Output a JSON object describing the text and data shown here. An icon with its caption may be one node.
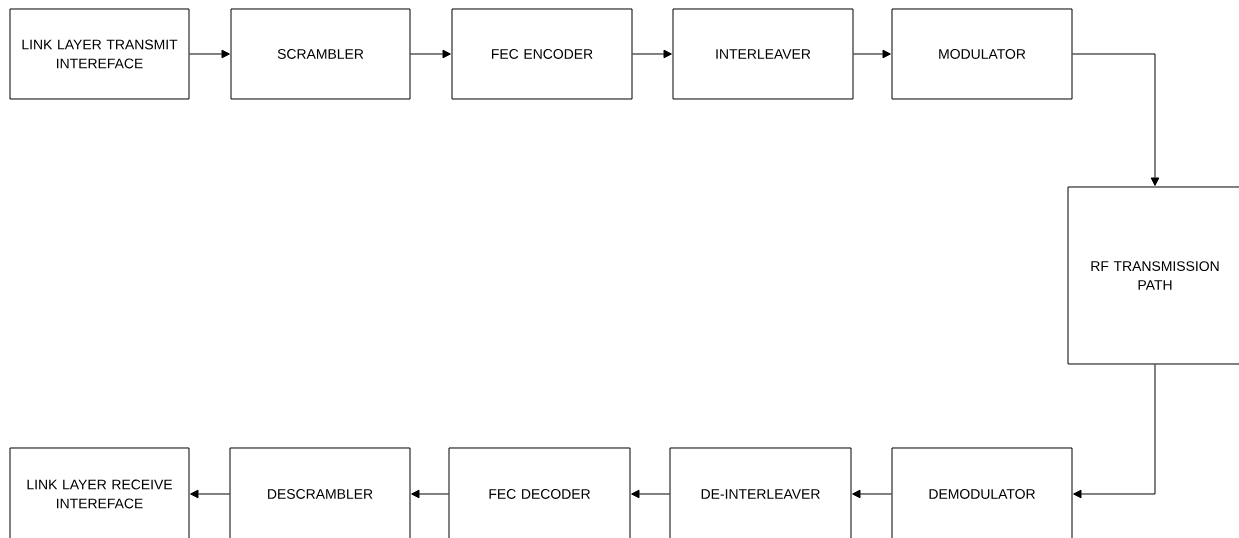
{
  "diagram": {
    "nodes": [
      {
        "text": [
          "LINK LAYER TRANSMIT INTEREFACE"
        ]
      },
      {
        "text": [
          "SCRAMBLER"
        ]
      },
      {
        "text": [
          "FEC ENCODER"
        ]
      },
      {
        "text": [
          "INTERLEAVER"
        ]
      },
      {
        "text": [
          "MODULATOR"
        ]
      },
      {
        "text": [
          "RF TRANSMISSION PATH"
        ]
      },
      {
        "text": [
          "LINK LAYER RECEIVE INTEREFACE"
        ]
      },
      {
        "text": [
          "DESCRAMBLER"
        ]
      },
      {
        "text": [
          "FEC DECODER"
        ]
      },
      {
        "text": [
          "DE-INTERLEAVER"
        ]
      },
      {
        "text": [
          "DEMODULATOR"
        ]
      }
    ],
    "edges": [
      {
        "from": 0,
        "to": 1,
        "arrow": "to"
      },
      {
        "from": 1,
        "to": 2,
        "arrow": "to"
      },
      {
        "from": 2,
        "to": 3,
        "arrow": "to"
      },
      {
        "from": 3,
        "to": 4,
        "arrow": "to"
      },
      {
        "from": 4,
        "to": 5,
        "arrow": "to"
      },
      {
        "from": 5,
        "to": 10,
        "arrow": "to"
      },
      {
        "from": 10,
        "to": 9,
        "arrow": "to"
      },
      {
        "from": 9,
        "to": 8,
        "arrow": "to"
      },
      {
        "from": 8,
        "to": 7,
        "arrow": "to"
      },
      {
        "from": 7,
        "to": 6,
        "arrow": "to"
      }
    ]
  }
}
